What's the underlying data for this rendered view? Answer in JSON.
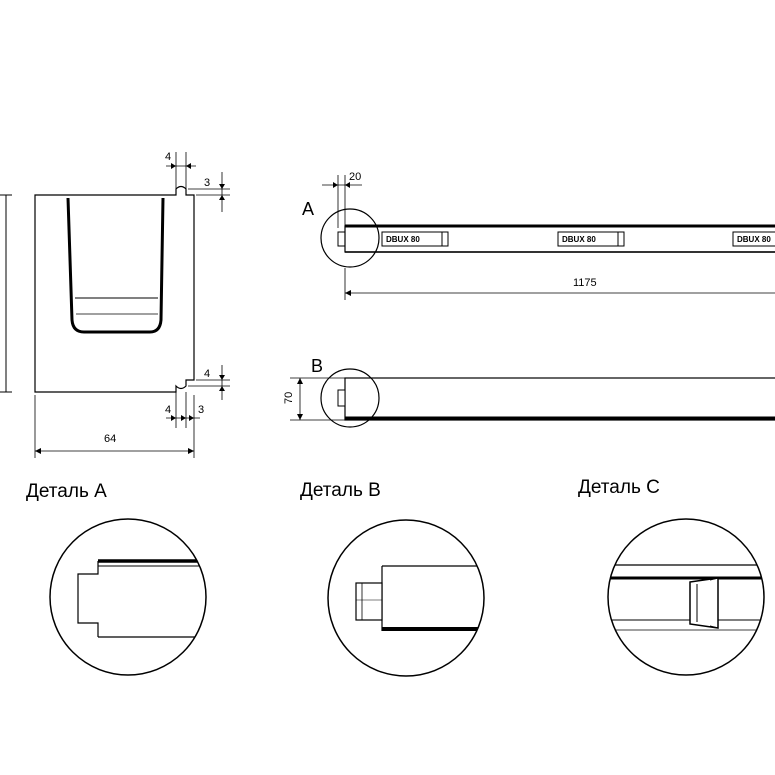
{
  "dimensions": {
    "groove_width_top": "4",
    "groove_depth_top": "3",
    "groove_depth_bottom": "4",
    "bottom_left_groove": "4",
    "bottom_right_groove": "3",
    "width": "64",
    "end_offset": "20",
    "length": "1175",
    "height": "70"
  },
  "callouts": {
    "a": "A",
    "b": "B"
  },
  "marking": "DBUX 80",
  "details": {
    "a_label": "Деталь A",
    "b_label": "Деталь B",
    "c_label": "Деталь C"
  }
}
